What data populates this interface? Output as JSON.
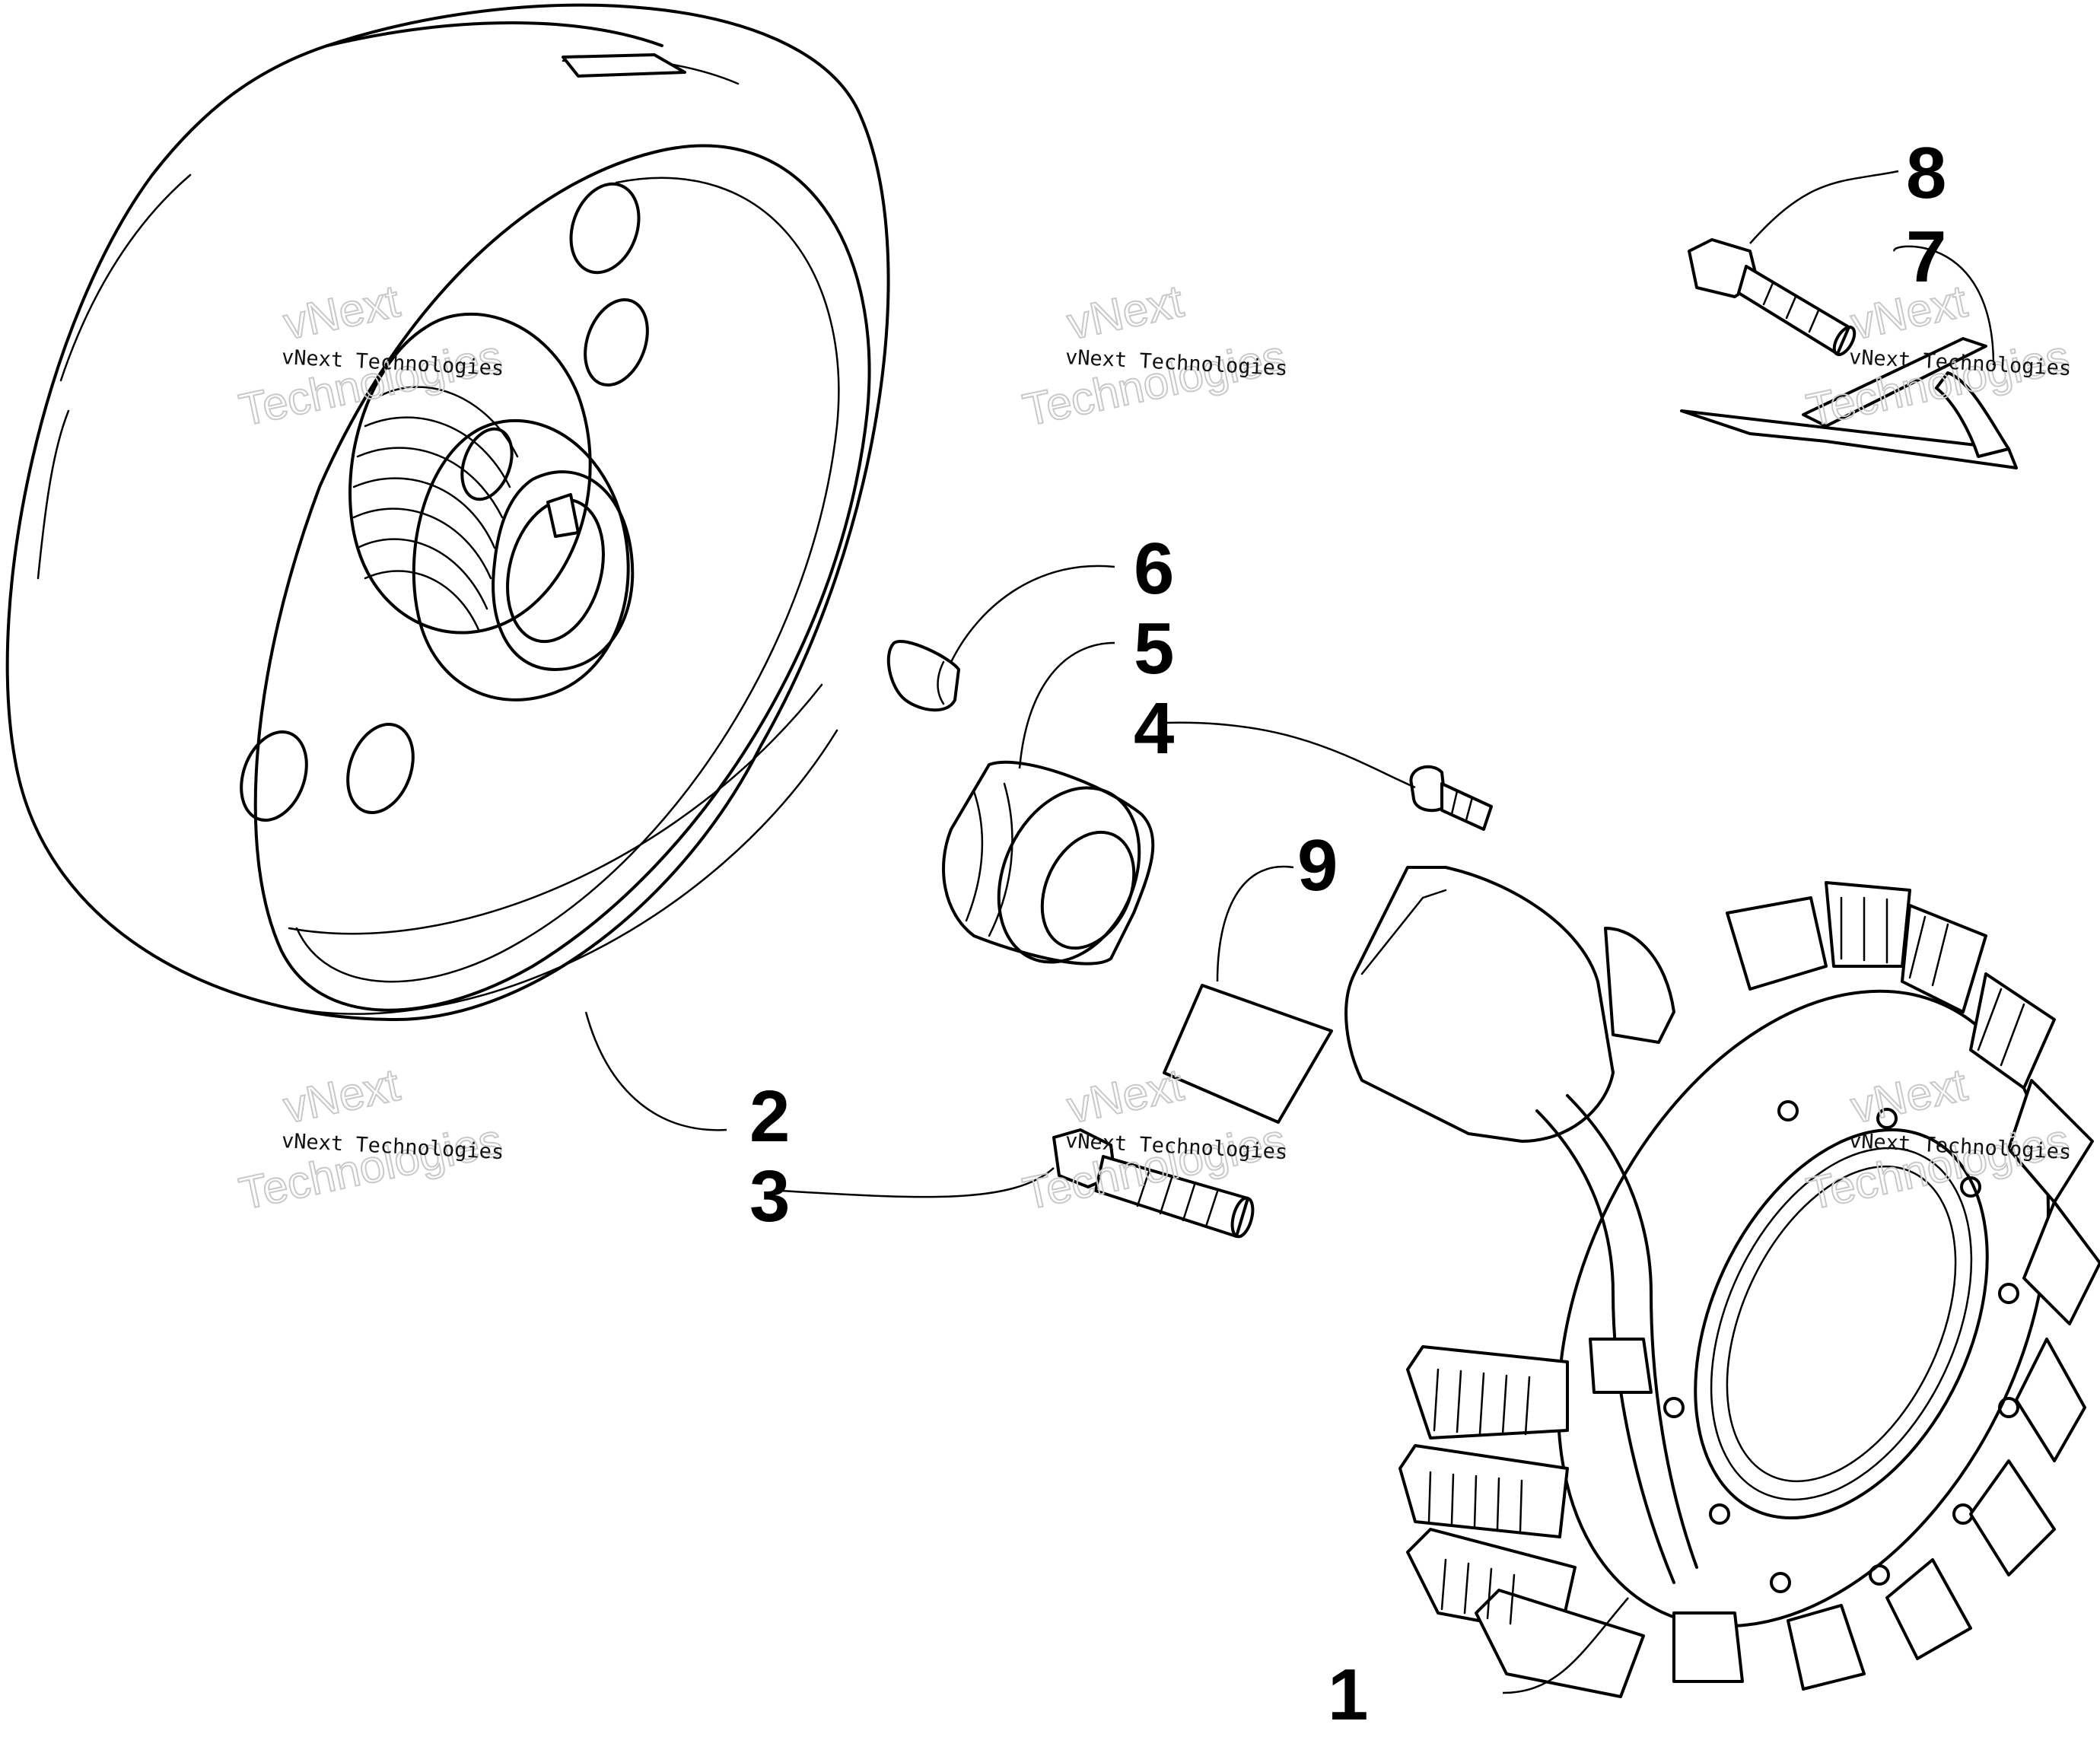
{
  "diagram": {
    "callouts": [
      {
        "id": "1",
        "label": "1",
        "part": "stator"
      },
      {
        "id": "2",
        "label": "2",
        "part": "flywheel"
      },
      {
        "id": "3",
        "label": "3",
        "part": "flywheel-bolt"
      },
      {
        "id": "4",
        "label": "4",
        "part": "stator-screw"
      },
      {
        "id": "5",
        "label": "5",
        "part": "starter-hub"
      },
      {
        "id": "6",
        "label": "6",
        "part": "woodruff-key"
      },
      {
        "id": "7",
        "label": "7",
        "part": "wire-clamp"
      },
      {
        "id": "8",
        "label": "8",
        "part": "clamp-bolt"
      },
      {
        "id": "9",
        "label": "9",
        "part": "rubber-pad"
      }
    ],
    "watermark": {
      "brand_small": "vNext Technologies",
      "brand_big_line1": "vNext",
      "brand_big_line2": "Technologies"
    }
  }
}
